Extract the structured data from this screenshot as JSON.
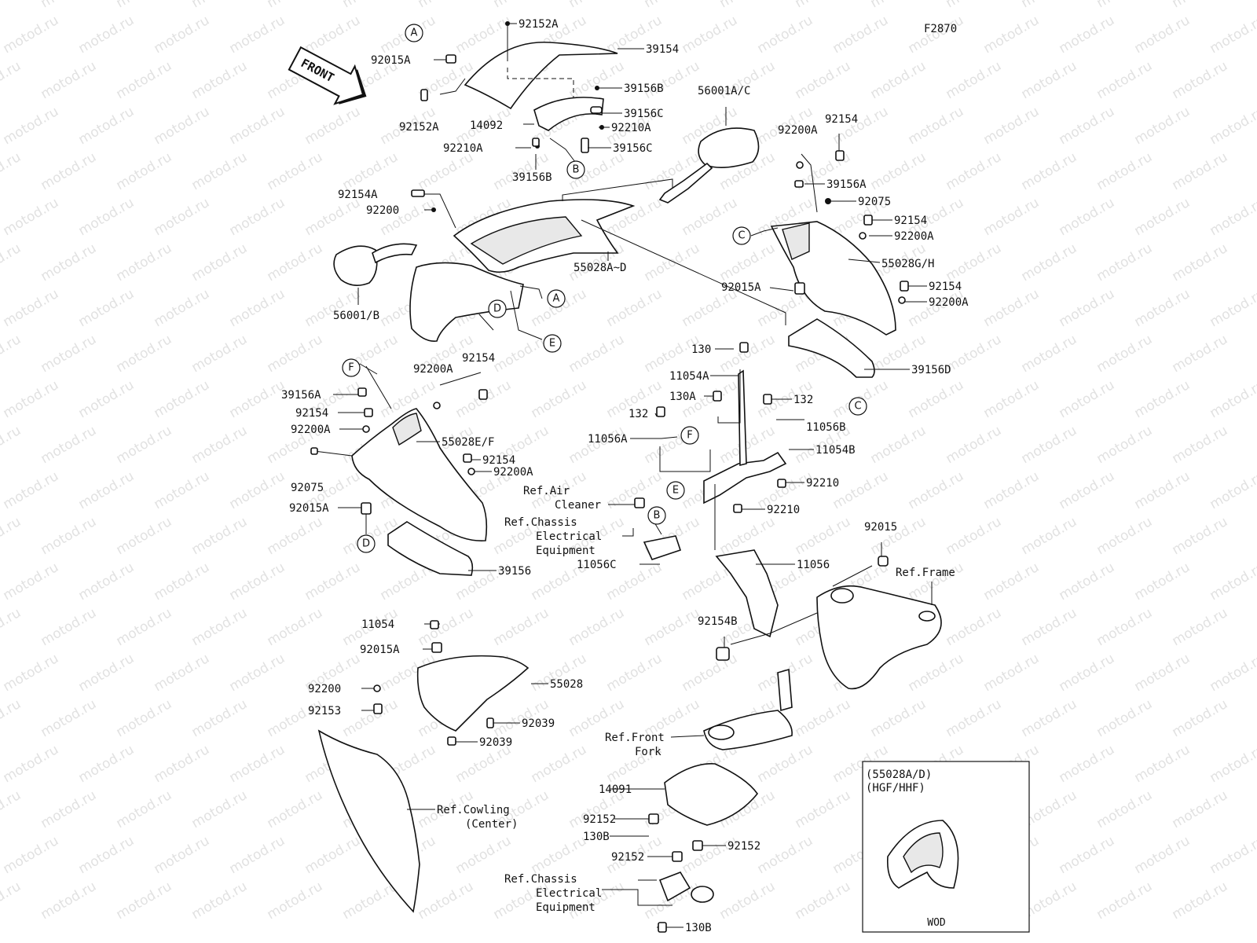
{
  "figure_code": "F2870",
  "front_arrow_label": "FRONT",
  "watermark_text": "motod.ru",
  "inset": {
    "line1": "(55028A/D)",
    "line2": "(HGF/HHF)",
    "caption": "WOD"
  },
  "callouts": [
    "A",
    "A",
    "B",
    "B",
    "C",
    "C",
    "D",
    "D",
    "E",
    "E",
    "F",
    "F"
  ],
  "part_labels": [
    "92152A",
    "39154",
    "92015A",
    "92152A",
    "39156B",
    "39156C",
    "14092",
    "92210A",
    "92210A",
    "39156C",
    "39156B",
    "56001A/C",
    "92200A",
    "92154",
    "39156A",
    "92075",
    "92154",
    "92200A",
    "55028G/H",
    "92015A",
    "92154",
    "92200A",
    "39156D",
    "92154A",
    "92200",
    "55028A~D",
    "56001/B",
    "92200A",
    "92154",
    "39156A",
    "92154",
    "92200A",
    "55028E/F",
    "92154",
    "92200A",
    "92075",
    "92015A",
    "39156",
    "130",
    "11054A",
    "130A",
    "132",
    "132",
    "11056B",
    "11056A",
    "11054B",
    "92210",
    "92210",
    "Ref.Air",
    "Cleaner",
    "Ref.Chassis",
    "Electrical",
    "Equipment",
    "11056C",
    "11056",
    "92015",
    "Ref.Frame",
    "92154B",
    "11054",
    "92015A",
    "55028",
    "92200",
    "92153",
    "92039",
    "92039",
    "Ref.Cowling",
    "(Center)",
    "Ref.Front",
    "Fork",
    "14091",
    "92152",
    "130B",
    "92152",
    "92152",
    "Ref.Chassis",
    "Electrical",
    "Equipment",
    "130B"
  ]
}
